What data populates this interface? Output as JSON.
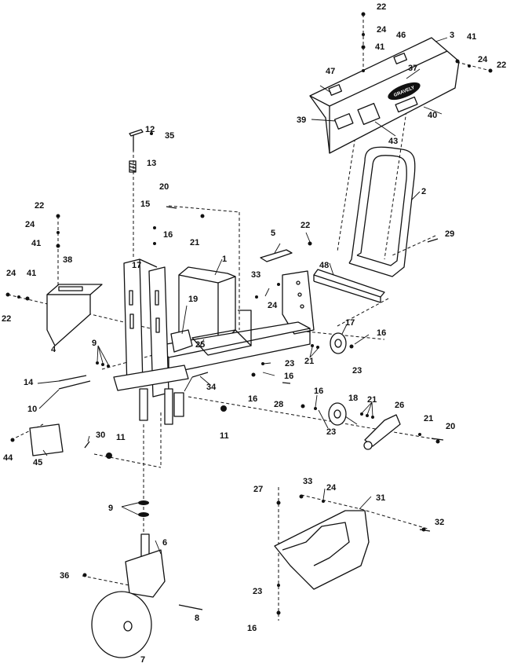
{
  "colors": {
    "line": "#111111",
    "background": "#ffffff"
  },
  "logo_text": "GRAVELY",
  "callouts": {
    "c1": "1",
    "c2": "2",
    "c3": "3",
    "c4": "4",
    "c5": "5",
    "c6": "6",
    "c7": "7",
    "c8": "8",
    "c9a": "9",
    "c9b": "9",
    "c10": "10",
    "c11a": "11",
    "c11b": "11",
    "c12": "12",
    "c13": "13",
    "c14": "14",
    "c15": "15",
    "c16a": "16",
    "c16b": "16",
    "c16c": "16",
    "c16d": "16",
    "c16e": "16",
    "c16f": "16",
    "c17a": "17",
    "c17b": "17",
    "c18": "18",
    "c19": "19",
    "c20a": "20",
    "c20b": "20",
    "c21a": "21",
    "c21b": "21",
    "c21c": "21",
    "c21d": "21",
    "c22a": "22",
    "c22b": "22",
    "c22c": "22",
    "c22d": "22",
    "c22e": "22",
    "c23a": "23",
    "c23b": "23",
    "c23c": "23",
    "c23d": "23",
    "c24a": "24",
    "c24b": "24",
    "c24c": "24",
    "c24d": "24",
    "c24e": "24",
    "c24f": "24",
    "c25": "25",
    "c26": "26",
    "c27": "27",
    "c28": "28",
    "c29": "29",
    "c30": "30",
    "c31": "31",
    "c32": "32",
    "c33a": "33",
    "c33b": "33",
    "c34": "34",
    "c35": "35",
    "c36": "36",
    "c37": "37",
    "c38": "38",
    "c39": "39",
    "c40": "40",
    "c41a": "41",
    "c41b": "41",
    "c41c": "41",
    "c41d": "41",
    "c43": "43",
    "c44": "44",
    "c45": "45",
    "c46": "46",
    "c47": "47",
    "c48": "48"
  }
}
